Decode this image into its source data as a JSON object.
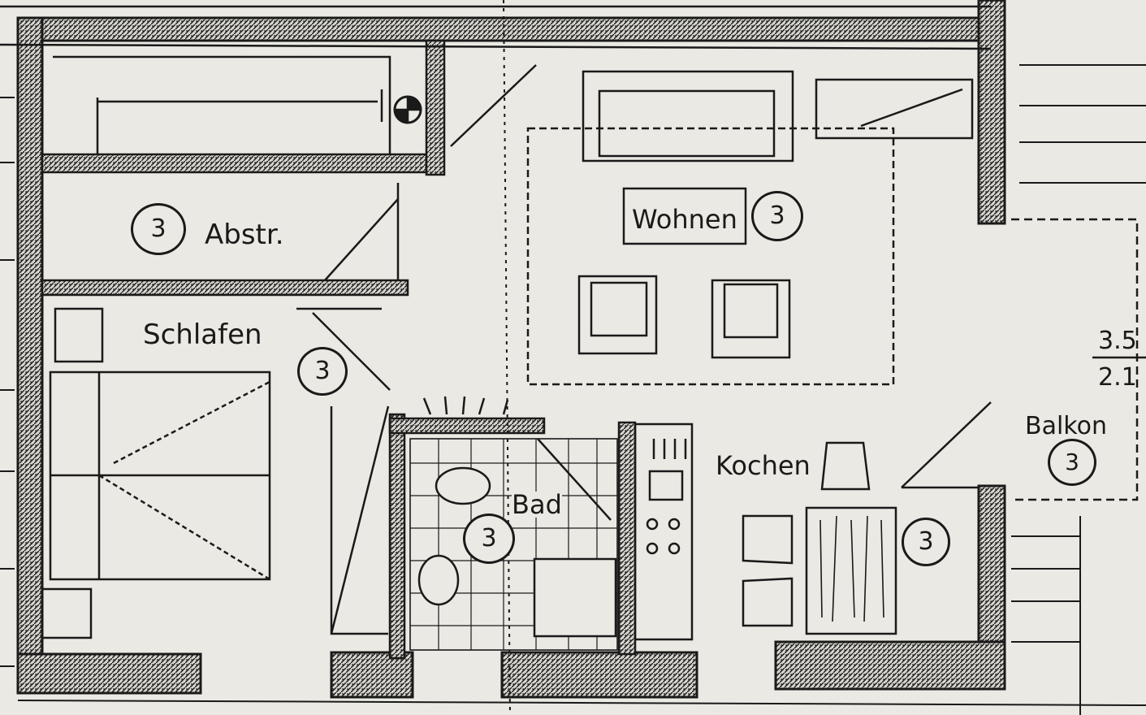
{
  "rooms": {
    "abstr": {
      "label": "Abstr.",
      "mark": "3"
    },
    "schlafen": {
      "label": "Schlafen",
      "mark": "3"
    },
    "wohnen": {
      "label": "Wohnen",
      "mark": "3"
    },
    "bad": {
      "label": "Bad",
      "mark": "3"
    },
    "kochen": {
      "label": "Kochen",
      "mark": "3"
    },
    "balkon": {
      "label": "Balkon",
      "mark": "3"
    }
  },
  "dimension": {
    "top": "3.5",
    "bottom": "2.1"
  },
  "colors": {
    "paper": "#ebe9e3",
    "ink": "#1a1a1a"
  }
}
